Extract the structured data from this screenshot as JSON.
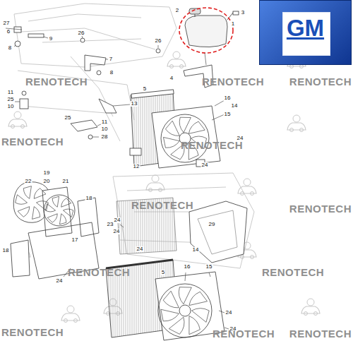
{
  "diagram": {
    "nodes": [
      {
        "text": [
          "GM"
        ]
      }
    ],
    "labels": [
      "2",
      "3",
      "1",
      "27",
      "6",
      "9",
      "8",
      "26",
      "7",
      "8",
      "26",
      "4",
      "11",
      "25",
      "10",
      "5",
      "13",
      "16",
      "14",
      "15",
      "25",
      "11",
      "10",
      "28",
      "24",
      "12",
      "24",
      "19",
      "22",
      "20",
      "21",
      "18",
      "23",
      "24",
      "24",
      "17",
      "18",
      "29",
      "14",
      "24",
      "5",
      "16",
      "15",
      "24",
      "24",
      "24",
      "RENOTECH",
      "RENOTECH",
      "RENOTECH",
      "RENOTECH",
      "RENOTECH",
      "RENOTECH",
      "RENOTECH",
      "RENOTECH",
      "RENOTECH",
      "RENOTECH",
      "RENOTECH",
      "RENOTECH"
    ]
  }
}
